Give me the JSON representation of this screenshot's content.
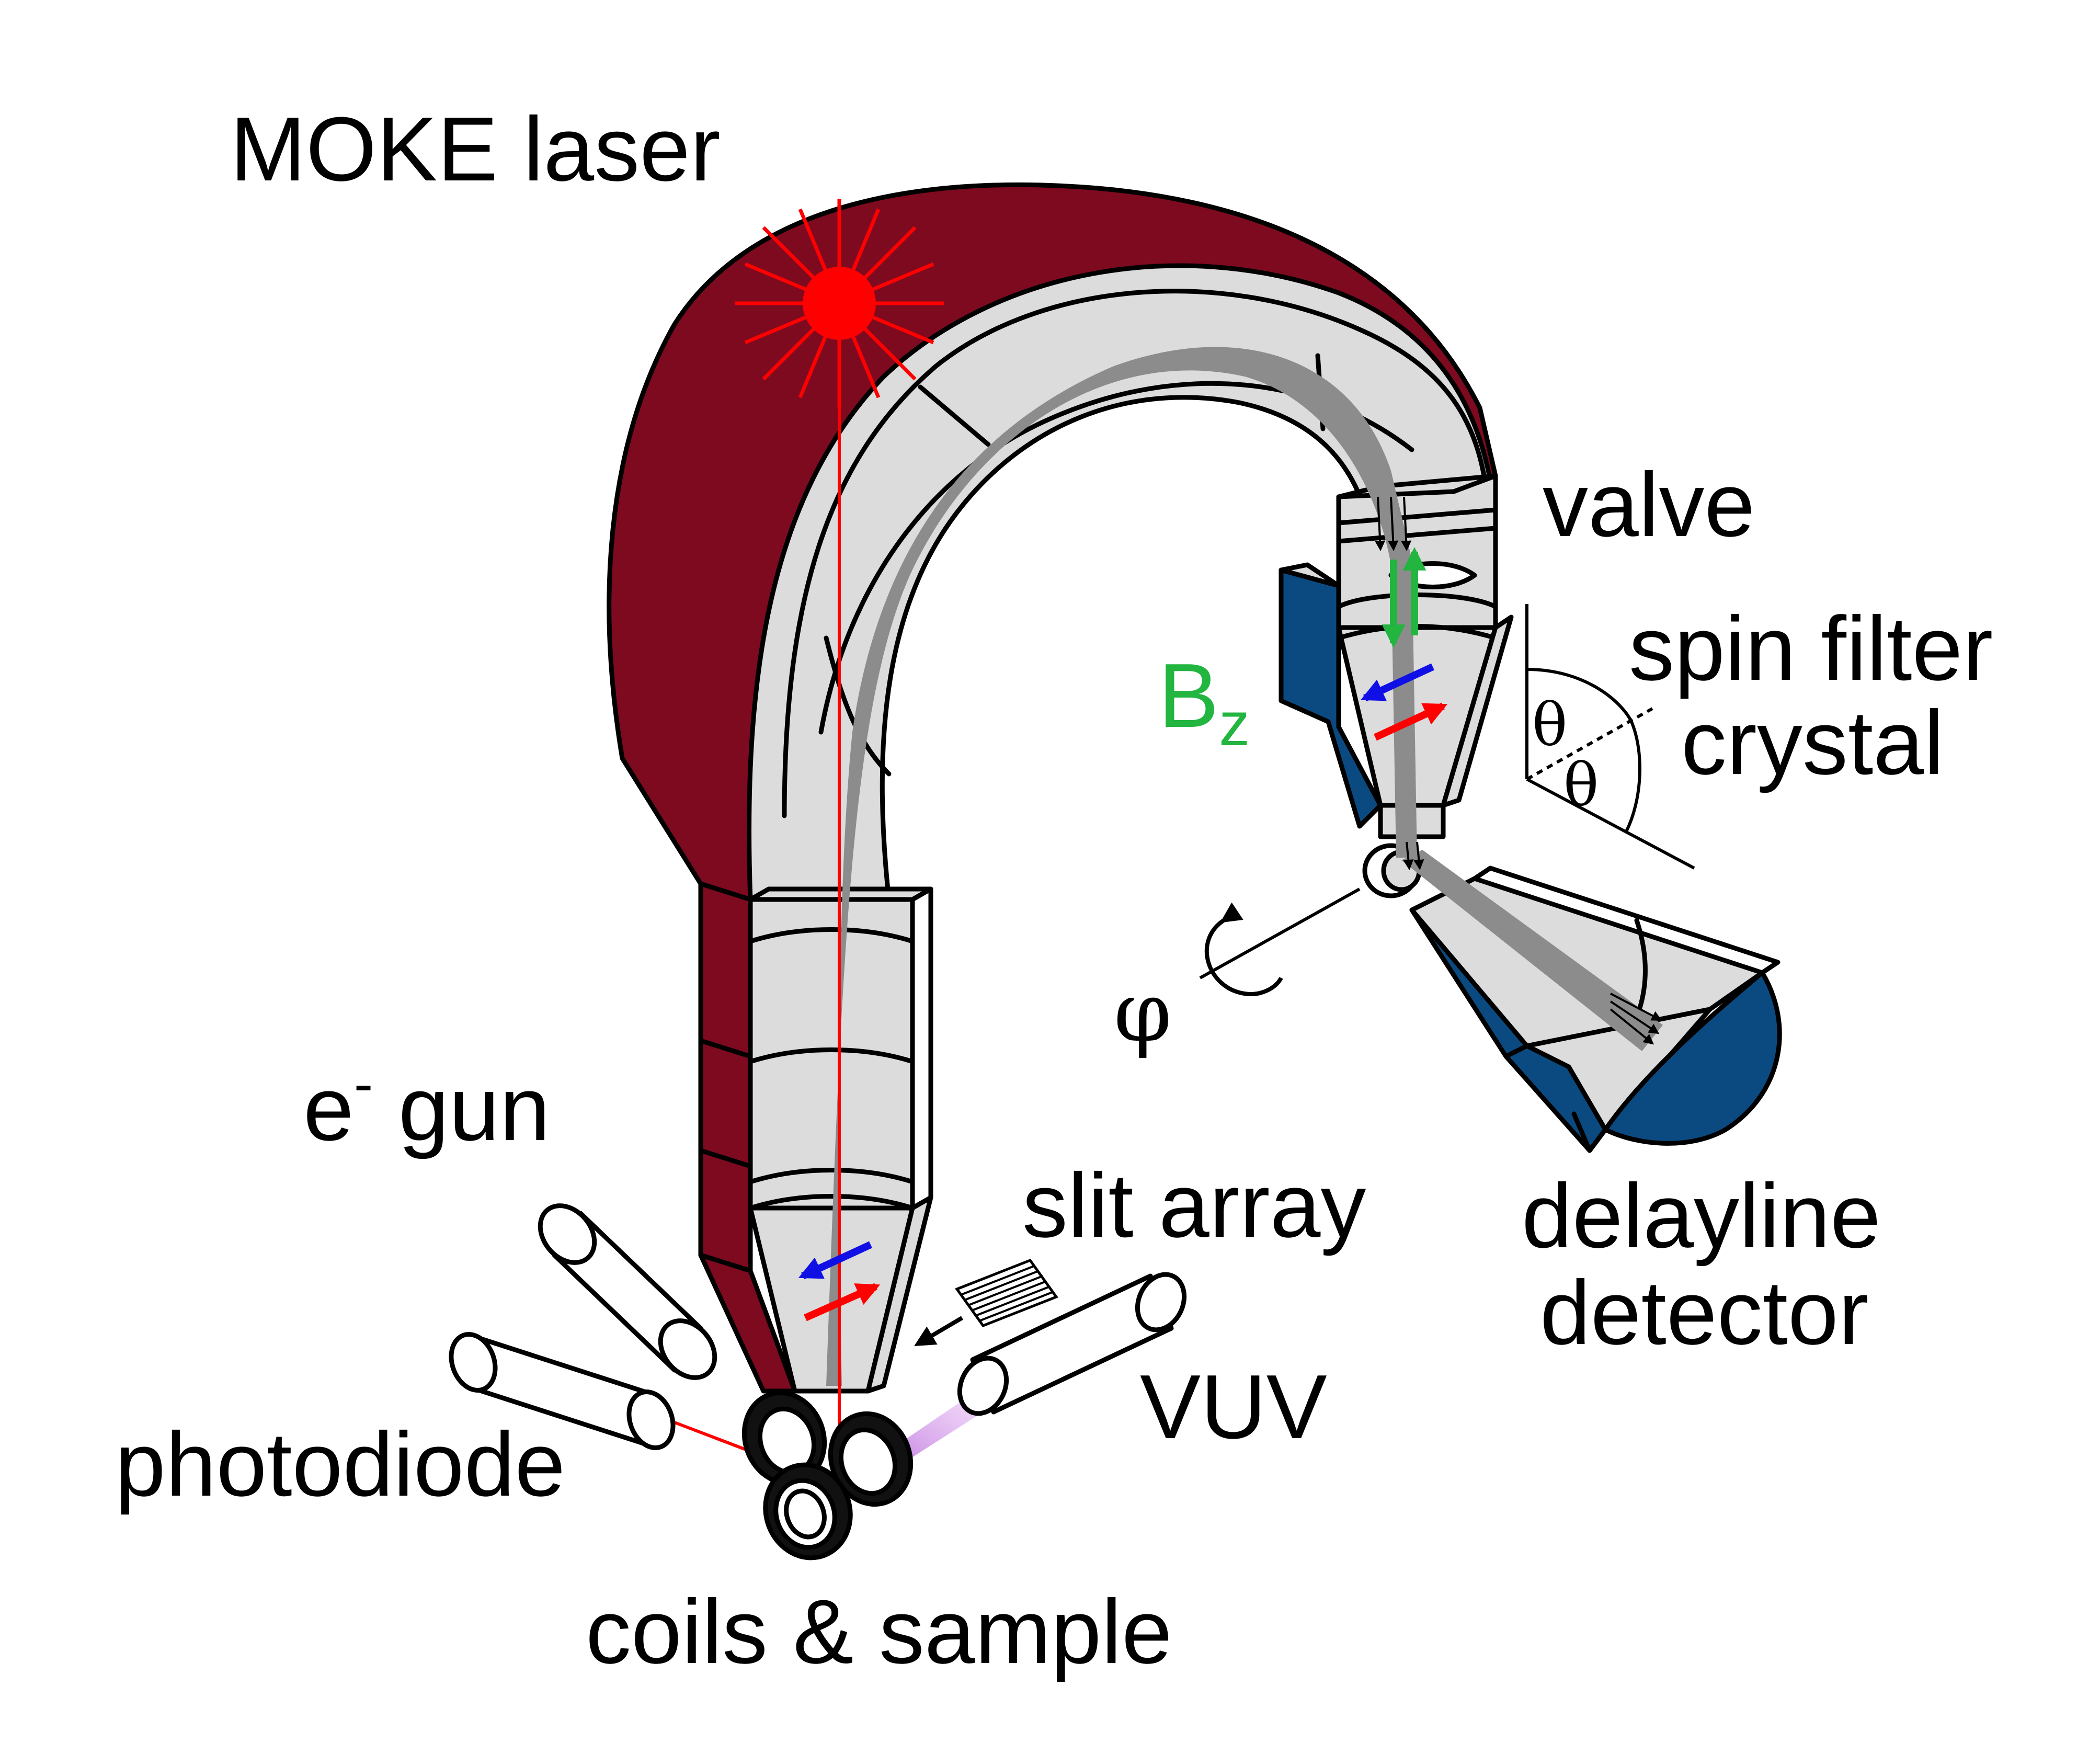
{
  "labels": {
    "moke_laser": "MOKE laser",
    "valve": "valve",
    "spin_filter_line1": "spin filter",
    "spin_filter_line2": "crystal",
    "bz_main": "B",
    "bz_sub": "z",
    "theta1": "θ",
    "theta2": "θ",
    "phi": "φ",
    "e_gun_base": "e",
    "e_gun_sup": "-",
    "e_gun_word": " gun",
    "slit_array": "slit array",
    "delayline_line1": "delayline",
    "delayline_line2": "detector",
    "vuv": "VUV",
    "photodiode": "photodiode",
    "coils_sample": "coils & sample"
  },
  "colors": {
    "dark_red": "#7e0a20",
    "light_gray": "#dcdcdc",
    "beam_gray": "#8c8c8c",
    "navy": "#0b4a80",
    "laser_red": "#ff0000",
    "arrow_blue": "#1010e6",
    "arrow_green": "#22b540",
    "vuv_violet": "#c070e0",
    "bz_green": "#22b540"
  }
}
